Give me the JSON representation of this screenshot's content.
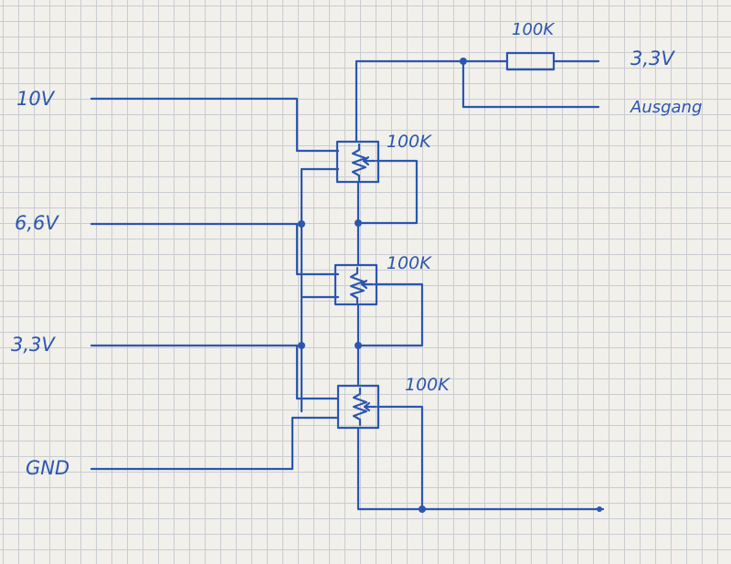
{
  "rails": {
    "v10": "10V",
    "v66": "6,6V",
    "v33": "3,3V",
    "gnd": "GND"
  },
  "potentiometers": [
    {
      "value": "100K"
    },
    {
      "value": "100K"
    },
    {
      "value": "100K"
    }
  ],
  "resistor": {
    "value": "100K"
  },
  "output": {
    "supply": "3,3V",
    "label": "Ausgang"
  },
  "colors": {
    "ink": "#2b56b0",
    "paper": "#f1f0ea",
    "grid": "#c9ccd1"
  }
}
